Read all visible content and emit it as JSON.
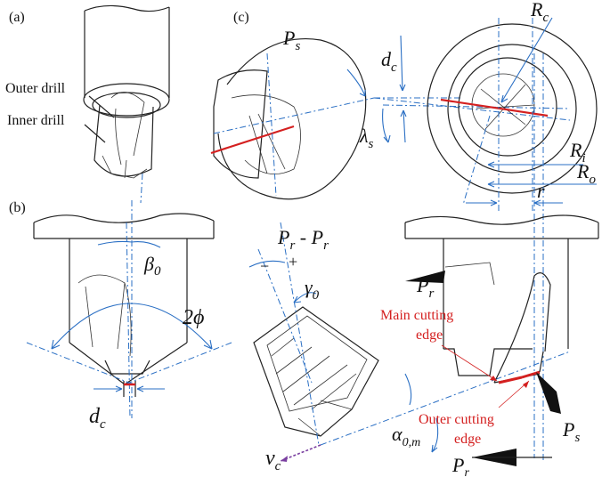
{
  "panels": {
    "a": "(a)",
    "b": "(b)",
    "c": "(c)"
  },
  "labels": {
    "outer_drill": "Outer drill",
    "inner_drill": "Inner drill",
    "main_cutting_edge_1": "Main cutting",
    "main_cutting_edge_2": "edge",
    "outer_cutting_edge_1": "Outer cutting",
    "outer_cutting_edge_2": "edge",
    "minus": "−",
    "plus": "+"
  },
  "symbols": {
    "Ps_top": "P",
    "Ps_top_sub": "s",
    "dc_top": "d",
    "dc_top_sub": "c",
    "lambda": "λ",
    "lambda_sub": "s",
    "Rc": "R",
    "Rc_sub": "c",
    "Ri": "R",
    "Ri_sub": "i",
    "Ro": "R",
    "Ro_sub": "o",
    "r": "r",
    "beta": "β",
    "beta_sub": "0",
    "two_phi": "2ϕ",
    "dc_b": "d",
    "dc_b_sub": "c",
    "PrPr": "P",
    "PrPr_sub1": "r",
    "PrPr_mid": " - P",
    "PrPr_sub2": "r",
    "gamma": "γ",
    "gamma_sub": "0",
    "Pr_mid": "P",
    "Pr_mid_sub": "r",
    "vc": "v",
    "vc_sub": "c",
    "alpha": "α",
    "alpha_sub": "0,m",
    "Ps_bot": "P",
    "Ps_bot_sub": "s",
    "Pr_bot": "P",
    "Pr_bot_sub": "r"
  },
  "colors": {
    "annotation_blue": "#2a6fc4",
    "edge_red": "#d42020",
    "vc_purple": "#7a3fa0"
  }
}
